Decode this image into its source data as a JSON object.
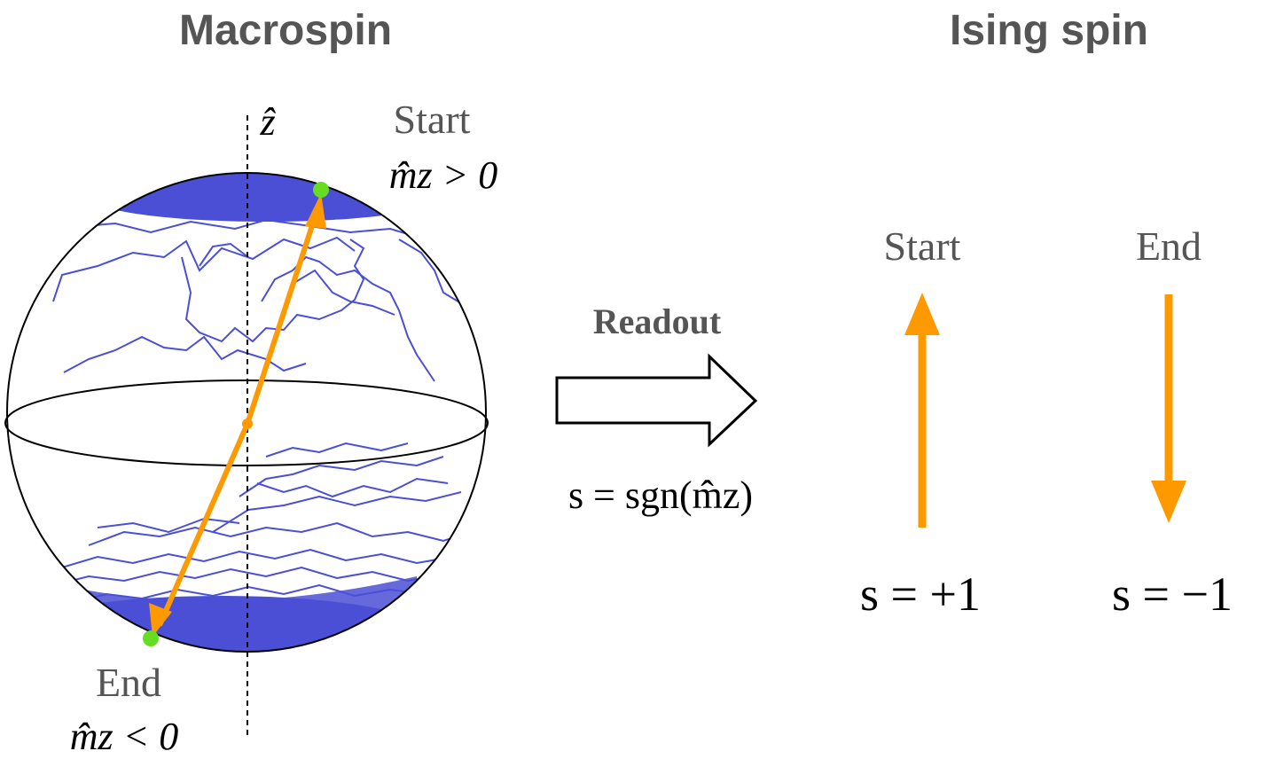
{
  "titles": {
    "left": "Macrospin",
    "right": "Ising spin"
  },
  "macrospin": {
    "axis_label": "ẑ",
    "start_label": "Start",
    "start_condition": "m̂z > 0",
    "end_label": "End",
    "end_condition": "m̂z < 0"
  },
  "readout": {
    "label": "Readout",
    "formula": "s = sgn(m̂z)"
  },
  "ising": {
    "start_label": "Start",
    "end_label": "End",
    "start_value": "s = +1",
    "end_value": "s = −1"
  },
  "colors": {
    "trajectory": "#4a4fd6",
    "cap": "#4a4fd6",
    "arrow": "#ff9900",
    "endpoint": "#66dd22",
    "text_gray": "#555555",
    "outline": "#000000"
  }
}
